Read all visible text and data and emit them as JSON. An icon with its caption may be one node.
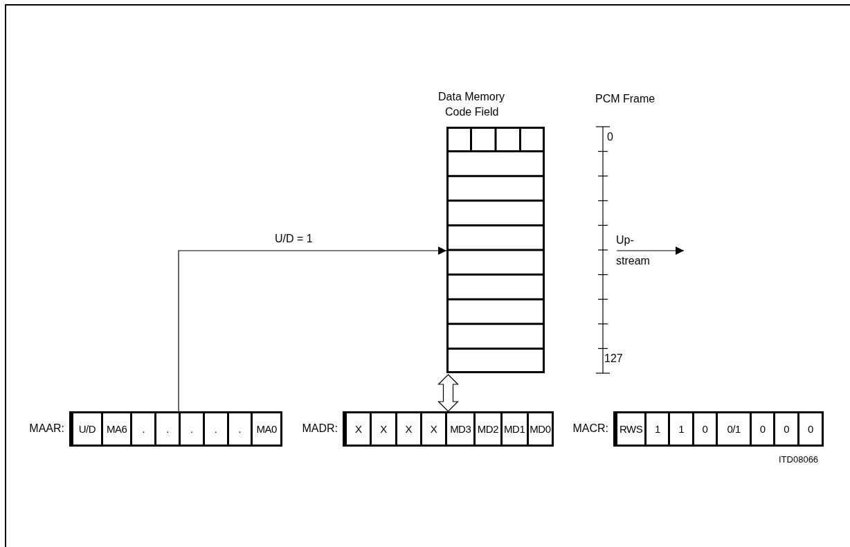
{
  "diagram": {
    "nodes": [
      {
        "text": [
          "Data Memory",
          "Code Field"
        ]
      },
      {
        "text": [
          "MAAR:"
        ]
      },
      {
        "text": [
          "U/D"
        ],
        "in": 1
      },
      {
        "text": [
          "MA6"
        ],
        "in": 1
      },
      {
        "text": [
          "."
        ],
        "in": 1
      },
      {
        "text": [
          "."
        ],
        "in": 1
      },
      {
        "text": [
          "."
        ],
        "in": 1
      },
      {
        "text": [
          "."
        ],
        "in": 1
      },
      {
        "text": [
          "."
        ],
        "in": 1
      },
      {
        "text": [
          "MA0"
        ],
        "in": 1
      },
      {
        "text": [
          "MADR:"
        ]
      },
      {
        "text": [
          "X"
        ],
        "in": 10
      },
      {
        "text": [
          "X"
        ],
        "in": 10
      },
      {
        "text": [
          "X"
        ],
        "in": 10
      },
      {
        "text": [
          "X"
        ],
        "in": 10
      },
      {
        "text": [
          "MD3"
        ],
        "in": 10
      },
      {
        "text": [
          "MD2"
        ],
        "in": 10
      },
      {
        "text": [
          "MD1"
        ],
        "in": 10
      },
      {
        "text": [
          "MD0"
        ],
        "in": 10
      },
      {
        "text": [
          "MACR:"
        ]
      },
      {
        "text": [
          "RWS"
        ],
        "in": 19
      },
      {
        "text": [
          "1"
        ],
        "in": 19
      },
      {
        "text": [
          "1"
        ],
        "in": 19
      },
      {
        "text": [
          "0"
        ],
        "in": 19
      },
      {
        "text": [
          "0/1"
        ],
        "in": 19
      },
      {
        "text": [
          "0"
        ],
        "in": 19
      },
      {
        "text": [
          "0"
        ],
        "in": 19
      },
      {
        "text": [
          "0"
        ],
        "in": 19
      }
    ],
    "edges": [
      {
        "from": 1,
        "to": 0,
        "arrow": "to",
        "label": "U/D = 1"
      },
      {
        "from": 0,
        "to": 10,
        "arrow": "both",
        "style": "thick"
      }
    ],
    "labels": [
      "PCM Frame",
      "0",
      "127",
      "Up- stream",
      "ITD08066"
    ]
  }
}
